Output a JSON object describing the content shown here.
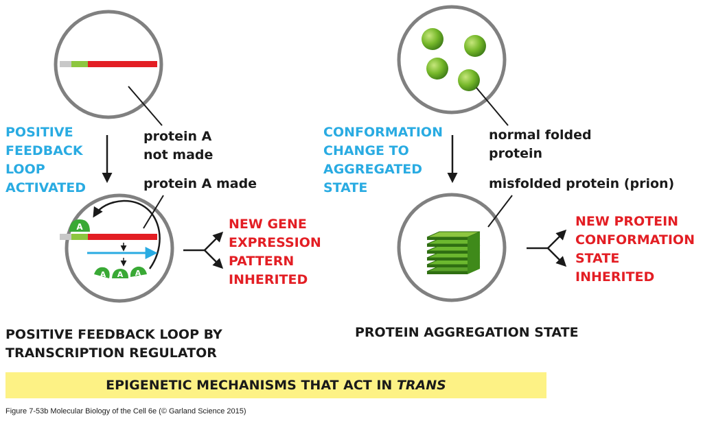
{
  "left_panel": {
    "label_not_made": "protein A\nnot made",
    "label_made": "protein A made",
    "arrow_label": "POSITIVE\nFEEDBACK\nLOOP\nACTIVATED",
    "outcome": "NEW GENE\nEXPRESSION\nPATTERN\nINHERITED",
    "title": "POSITIVE FEEDBACK LOOP BY\nTRANSCRIPTION REGULATOR",
    "protein_letter": "A"
  },
  "right_panel": {
    "label_normal": "normal folded\nprotein",
    "label_misfolded": "misfolded protein (prion)",
    "arrow_label": "CONFORMATION\nCHANGE TO\nAGGREGATED\nSTATE",
    "outcome": "NEW PROTEIN\nCONFORMATION\nSTATE\nINHERITED",
    "title": "PROTEIN AGGREGATION STATE"
  },
  "banner": {
    "text_main": "EPIGENETIC MECHANISMS THAT ACT IN ",
    "text_italic": "TRANS"
  },
  "caption": "Figure 7-53b  Molecular Biology of the Cell 6e (© Garland Science 2015)",
  "colors": {
    "blue_label": "#29abe2",
    "red_label": "#e31e24",
    "gene_red": "#e31e24",
    "gene_green": "#8dc63f",
    "gene_gray": "#c8c8c8",
    "protein_green": "#39a935",
    "banner": "#fdf285",
    "circle_stroke": "#808080"
  }
}
